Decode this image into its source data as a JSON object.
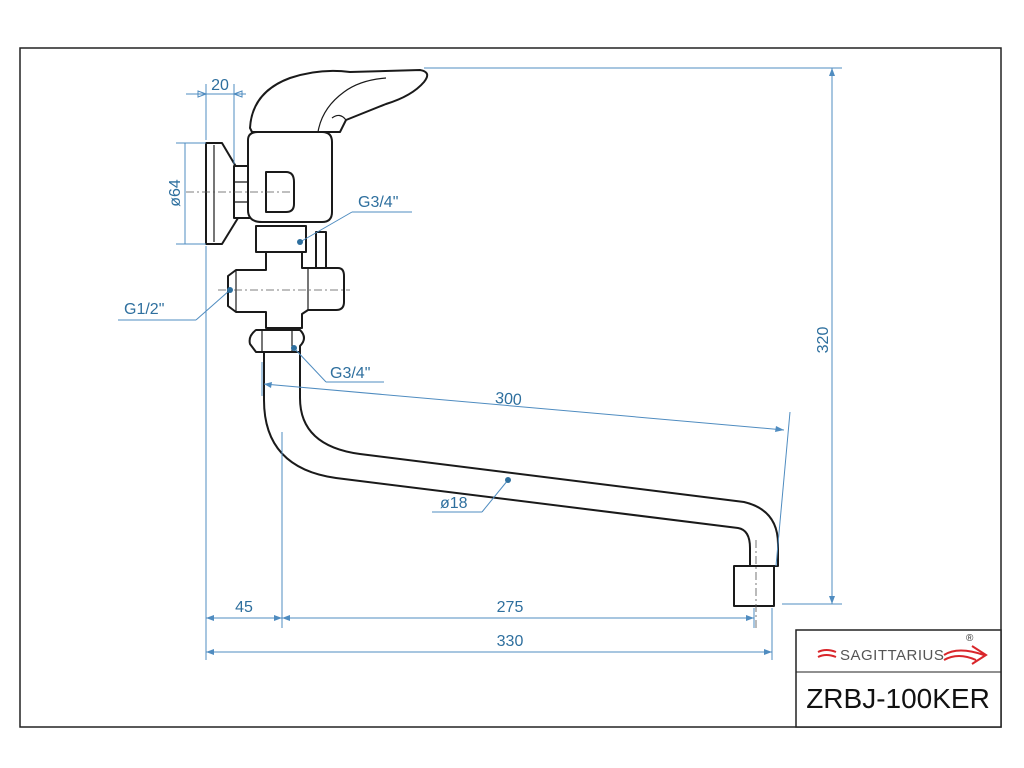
{
  "drawing": {
    "dimensions": {
      "handle_offset": "20",
      "flange_diameter": "ø64",
      "thread_upper": "G3/4\"",
      "inlet_thread": "G1/2\"",
      "thread_lower": "G3/4\"",
      "spout_length": "300",
      "spout_diameter": "ø18",
      "wall_offset": "45",
      "spout_projection": "275",
      "total_length": "330",
      "total_height": "320"
    },
    "title_block": {
      "brand": "SAGITTARIUS",
      "registered_mark": "®",
      "model": "ZRBJ-100KER"
    }
  },
  "colors": {
    "dimension": "#2e6f9e",
    "outline": "#1a1a1a",
    "brand_accent": "#d9262b"
  }
}
